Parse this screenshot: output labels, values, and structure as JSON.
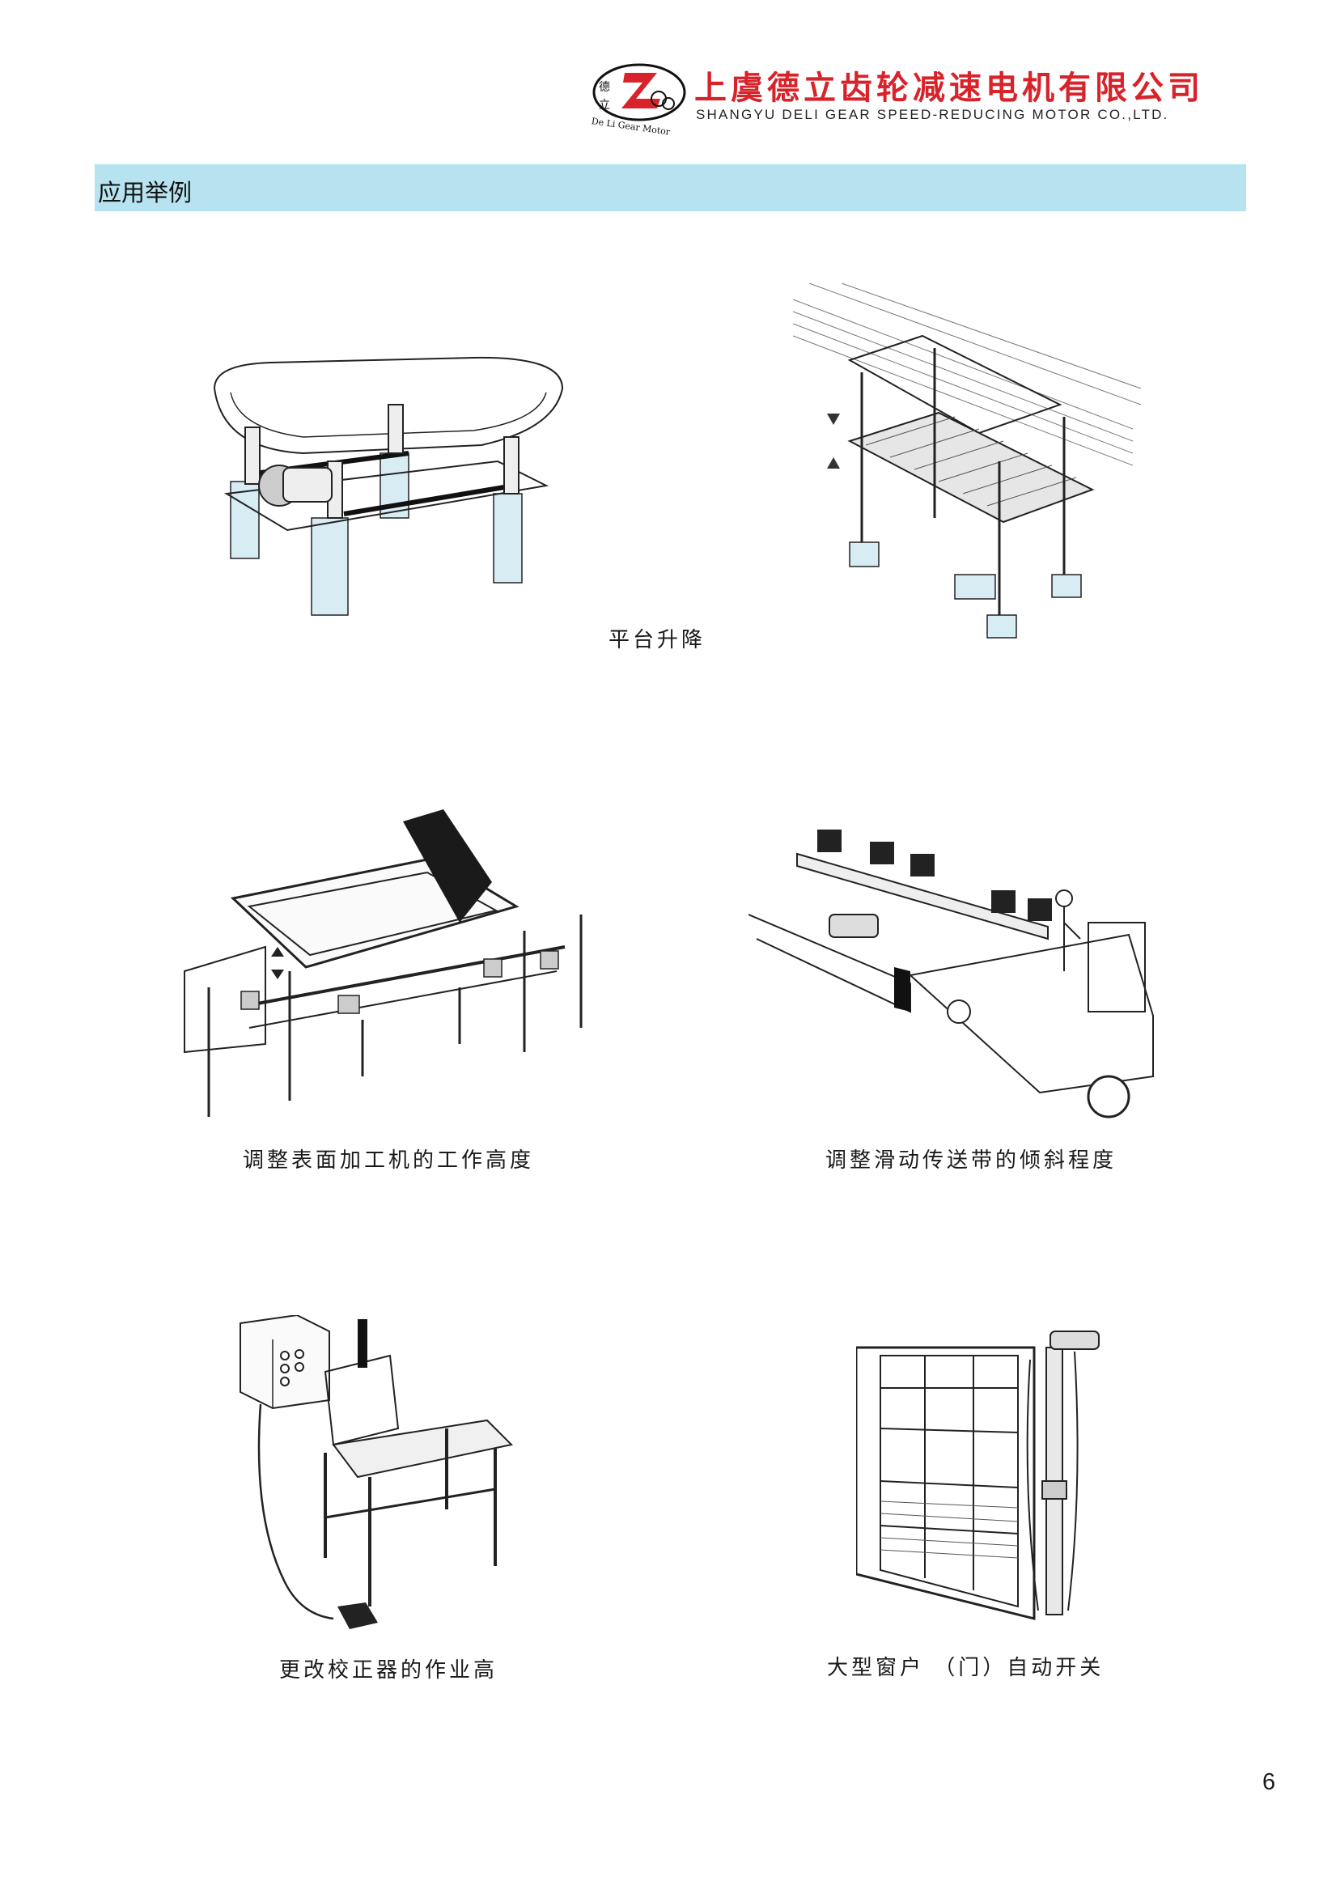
{
  "header": {
    "logo_label": "德立 De Li Gear Motor",
    "company_cn": "上虞德立齿轮减速电机有限公司",
    "company_en": "SHANGYU DELI GEAR SPEED-REDUCING MOTOR CO.,LTD."
  },
  "section": {
    "title": "应用举例"
  },
  "examples": [
    {
      "caption": "平台升降"
    },
    {
      "caption": "调整表面加工机的工作高度"
    },
    {
      "caption": "调整滑动传送带的倾斜程度"
    },
    {
      "caption": "更改校正器的作业高"
    },
    {
      "caption": "大型窗户 （门）自动开关"
    }
  ],
  "page_number": "6",
  "colors": {
    "brand_red": "#d8232a",
    "section_bar": "#b6e3ef",
    "machine_tint": "#d7ecf3"
  }
}
